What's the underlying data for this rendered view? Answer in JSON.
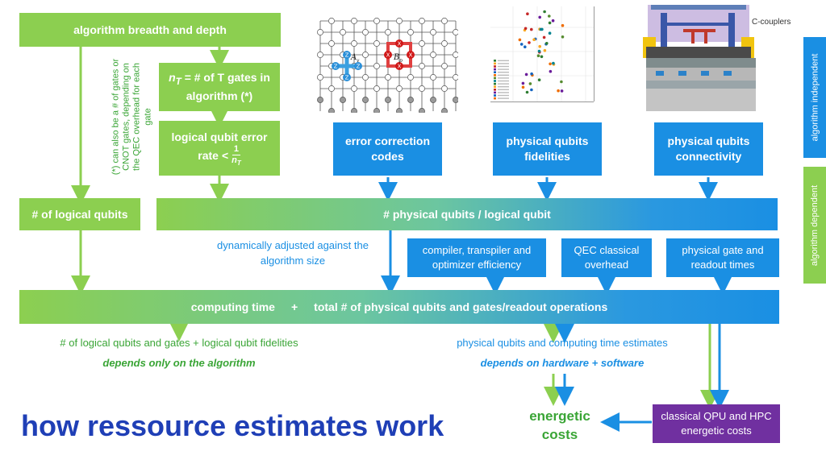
{
  "boxes": {
    "breadth_depth": "algorithm breadth and depth",
    "nt_def": "= # of T gates in algorithm (*)",
    "nt_symbol": "n",
    "nt_sub": "T",
    "lq_error_line1": "logical qubit error",
    "lq_error_line2": "rate",
    "lq_error_frac_num": "1",
    "lq_error_frac_den_n": "n",
    "lq_error_frac_den_sub": "T",
    "logical_qubits": "# of logical qubits",
    "error_correction": "error correction codes",
    "fidelities": "physical qubits fidelities",
    "connectivity": "physical qubits connectivity",
    "phys_per_logical": "# physical qubits / logical qubit",
    "compiler": "compiler, transpiler and optimizer efficiency",
    "qec_overhead": "QEC classical overhead",
    "gate_times": "physical gate and readout times",
    "computing_time": "computing time",
    "plus": "+",
    "total_ops": "total # of physical qubits and gates/readout operations",
    "classical_qpu": "classical QPU and HPC energetic costs"
  },
  "notes": {
    "vertical_note": "(*) can also be a # of gates or CNOT gates, depending on the QEC overhead for each gate",
    "dynamic": "dynamically adjusted against the algorithm size",
    "left_result": "# of logical qubits and gates + logical qubit fidelities",
    "left_depends": "depends only on the algorithm",
    "right_result": "physical qubits and computing time estimates",
    "right_depends": "depends on hardware + software",
    "energetic": "energetic costs",
    "title": "how ressource estimates work",
    "ccouplers": "C-couplers"
  },
  "sidebar": {
    "independent": "algorithm independent",
    "dependent": "algorithm dependent"
  },
  "lattice_labels": {
    "a": "A",
    "a_sub": "v",
    "b": "B",
    "b_sub": "p",
    "z": "Z",
    "x": "X"
  },
  "colors": {
    "green": "#8ccf50",
    "blue": "#1a8fe3",
    "dark_blue": "#1f3fb6",
    "purple": "#7030a0",
    "green_text": "#3aa536"
  }
}
